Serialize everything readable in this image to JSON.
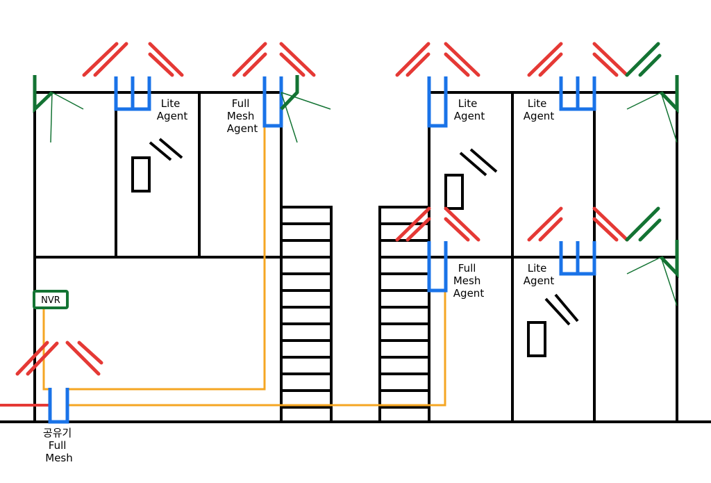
{
  "colors": {
    "wall": "#000000",
    "device": "#1a73e8",
    "wifi": "#e53935",
    "camera": "#137333",
    "cable": "#f5a623",
    "wan": "#e53935"
  },
  "labels": {
    "router": [
      "공유기",
      "Full",
      "Mesh"
    ],
    "left_lite_agent": [
      "Lite",
      "Agent"
    ],
    "left_full_mesh_agent": [
      "Full",
      "Mesh",
      "Agent"
    ],
    "right_lite_agent_1": [
      "Lite",
      "Agent"
    ],
    "right_lite_agent_2": [
      "Lite",
      "Agent"
    ],
    "right_full_mesh_agent": [
      "Full",
      "Mesh",
      "Agent"
    ],
    "right_lite_agent_3": [
      "Lite",
      "Agent"
    ],
    "nvr": "NVR"
  },
  "icons": {
    "mesh_device": "mesh-router-icon",
    "wifi_signal": "wifi-signal-icon",
    "camera": "cctv-camera-icon",
    "door": "door-icon"
  }
}
